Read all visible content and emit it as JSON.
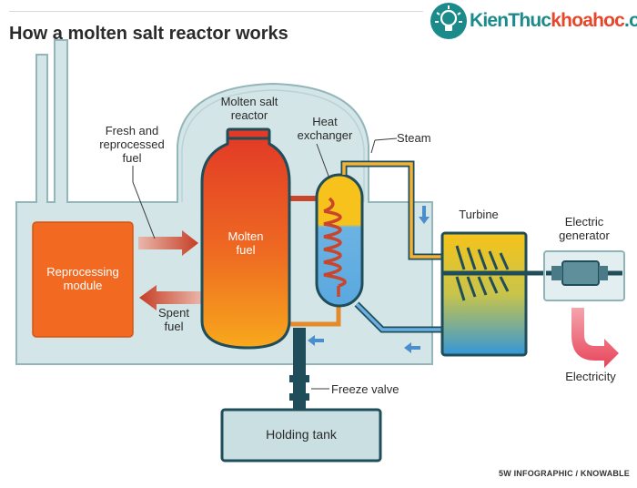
{
  "header": {
    "title": "How a molten salt reactor works",
    "logo_text_part1": "KienThuc",
    "logo_text_part2": "khoahoc",
    "logo_text_part3": ".org"
  },
  "labels": {
    "molten_salt_reactor": [
      "Molten salt",
      "reactor"
    ],
    "heat_exchanger": [
      "Heat",
      "exchanger"
    ],
    "fresh_fuel": [
      "Fresh and",
      "reprocessed",
      "fuel"
    ],
    "steam": "Steam",
    "turbine": "Turbine",
    "electric_generator": [
      "Electric",
      "generator"
    ],
    "molten_fuel": [
      "Molten",
      "fuel"
    ],
    "reprocessing_module": [
      "Reprocessing",
      "module"
    ],
    "spent_fuel": [
      "Spent",
      "fuel"
    ],
    "electricity": "Electricity",
    "freeze_valve": "Freeze valve",
    "holding_tank": "Holding tank"
  },
  "credit": "5W INFOGRAPHIC / KNOWABLE",
  "colors": {
    "building_fill": "#cfe3e5",
    "building_stroke": "#8fb4b8",
    "reprocessing": "#f26a21",
    "fuel_top": "#e43d25",
    "fuel_bottom": "#f7a21b",
    "arrow_red": "#c9462c",
    "pipe_dark": "#1f4e5a",
    "pipe_orange": "#f0a030",
    "cool_blue": "#3b9bd8",
    "hot_yellow": "#f7c21b",
    "tank_fill": "#c9dfe1"
  }
}
